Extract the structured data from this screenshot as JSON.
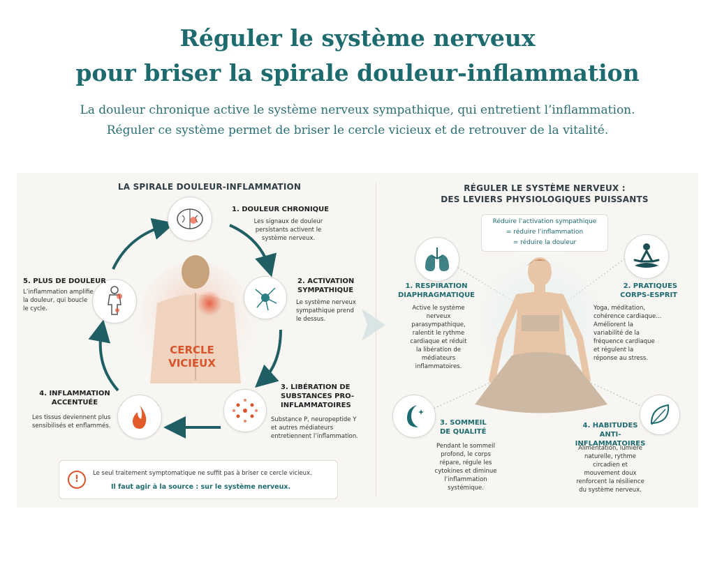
{
  "header": {
    "title_line1": "Réguler le système nerveux",
    "title_line2": "pour briser la spirale douleur-inflammation",
    "subtitle_line1": "La douleur chronique active le système nerveux sympathique, qui entretient l’inflammation.",
    "subtitle_line2": "Réguler ce système permet de briser le cercle vicieux et de retrouver de la vitalité."
  },
  "spiral": {
    "title": "LA SPIRALE DOULEUR-INFLAMMATION",
    "center_label_line1": "CERCLE",
    "center_label_line2": "VICIEUX",
    "steps": [
      {
        "head1": "1. DOULEUR CHRONIQUE",
        "head2": "",
        "text": [
          "Les signaux de douleur",
          "persistants activent le",
          "système nerveux."
        ],
        "icon": "brain-icon"
      },
      {
        "head1": "2. ACTIVATION",
        "head2": "SYMPATHIQUE",
        "text": [
          "Le système nerveux",
          "sympathique prend",
          "le dessus."
        ],
        "icon": "neuron-icon"
      },
      {
        "head1": "3. LIBÉRATION DE",
        "head2": "SUBSTANCES PRO-",
        "head3": "INFLAMMATOIRES",
        "text": [
          "Substance P, neuropeptide Y",
          "et autres médiateurs",
          "entretiennent l’inflammation."
        ],
        "icon": "particles-icon"
      },
      {
        "head1": "4. INFLAMMATION",
        "head2": "ACCENTUÉE",
        "text": [
          "Les tissus deviennent plus",
          "sensibilisés et enflammés."
        ],
        "icon": "flame-icon"
      },
      {
        "head1": "5. PLUS DE DOULEUR",
        "head2": "",
        "text": [
          "L’inflammation amplifie",
          "la douleur, qui boucle",
          "le cycle."
        ],
        "icon": "body-pain-icon"
      }
    ],
    "warning_line1": "Le seul traitement symptomatique ne suffit pas à briser ce cercle vicieux.",
    "warning_line2": "Il faut agir à la source : sur le système nerveux."
  },
  "levers": {
    "title_line1": "RÉGULER LE SYSTÈME NERVEUX :",
    "title_line2": "DES LEVIERS PHYSIOLOGIQUES PUISSANTS",
    "equation": [
      "Réduire l’activation sympathique",
      "= réduire l’inflammation",
      "= réduire la douleur"
    ],
    "items": [
      {
        "head1": "1. RESPIRATION",
        "head2": "DIAPHRAGMATIQUE",
        "text": [
          "Active le système",
          "nerveux",
          "parasympathique,",
          "ralentit le rythme",
          "cardiaque et réduit",
          "la libération de",
          "médiateurs",
          "inflammatoires."
        ],
        "icon": "lungs-icon"
      },
      {
        "head1": "2. PRATIQUES",
        "head2": "CORPS-ESPRIT",
        "text": [
          "Yoga, méditation,",
          "cohérence cardiaque...",
          "Améliorent la",
          "variabilité de la",
          "fréquence cardiaque",
          "et régulent la",
          "réponse au stress."
        ],
        "icon": "meditation-icon"
      },
      {
        "head1": "3. SOMMEIL",
        "head2": "DE QUALITÉ",
        "text": [
          "Pendant le sommeil",
          "profond, le corps",
          "répare, régule les",
          "cytokines et diminue",
          "l’inflammation",
          "systémique."
        ],
        "icon": "moon-icon"
      },
      {
        "head1": "4. HABITUDES",
        "head2": "ANTI-INFLAMMATOIRES",
        "text": [
          "Alimentation, lumière",
          "naturelle, rythme",
          "circadien et",
          "mouvement doux",
          "renforcent la résilience",
          "du système nerveux."
        ],
        "icon": "leaf-icon"
      }
    ]
  },
  "colors": {
    "teal": "#1d6b6f",
    "accent_red": "#d9532c",
    "panel_bg": "#f8f6f3"
  }
}
